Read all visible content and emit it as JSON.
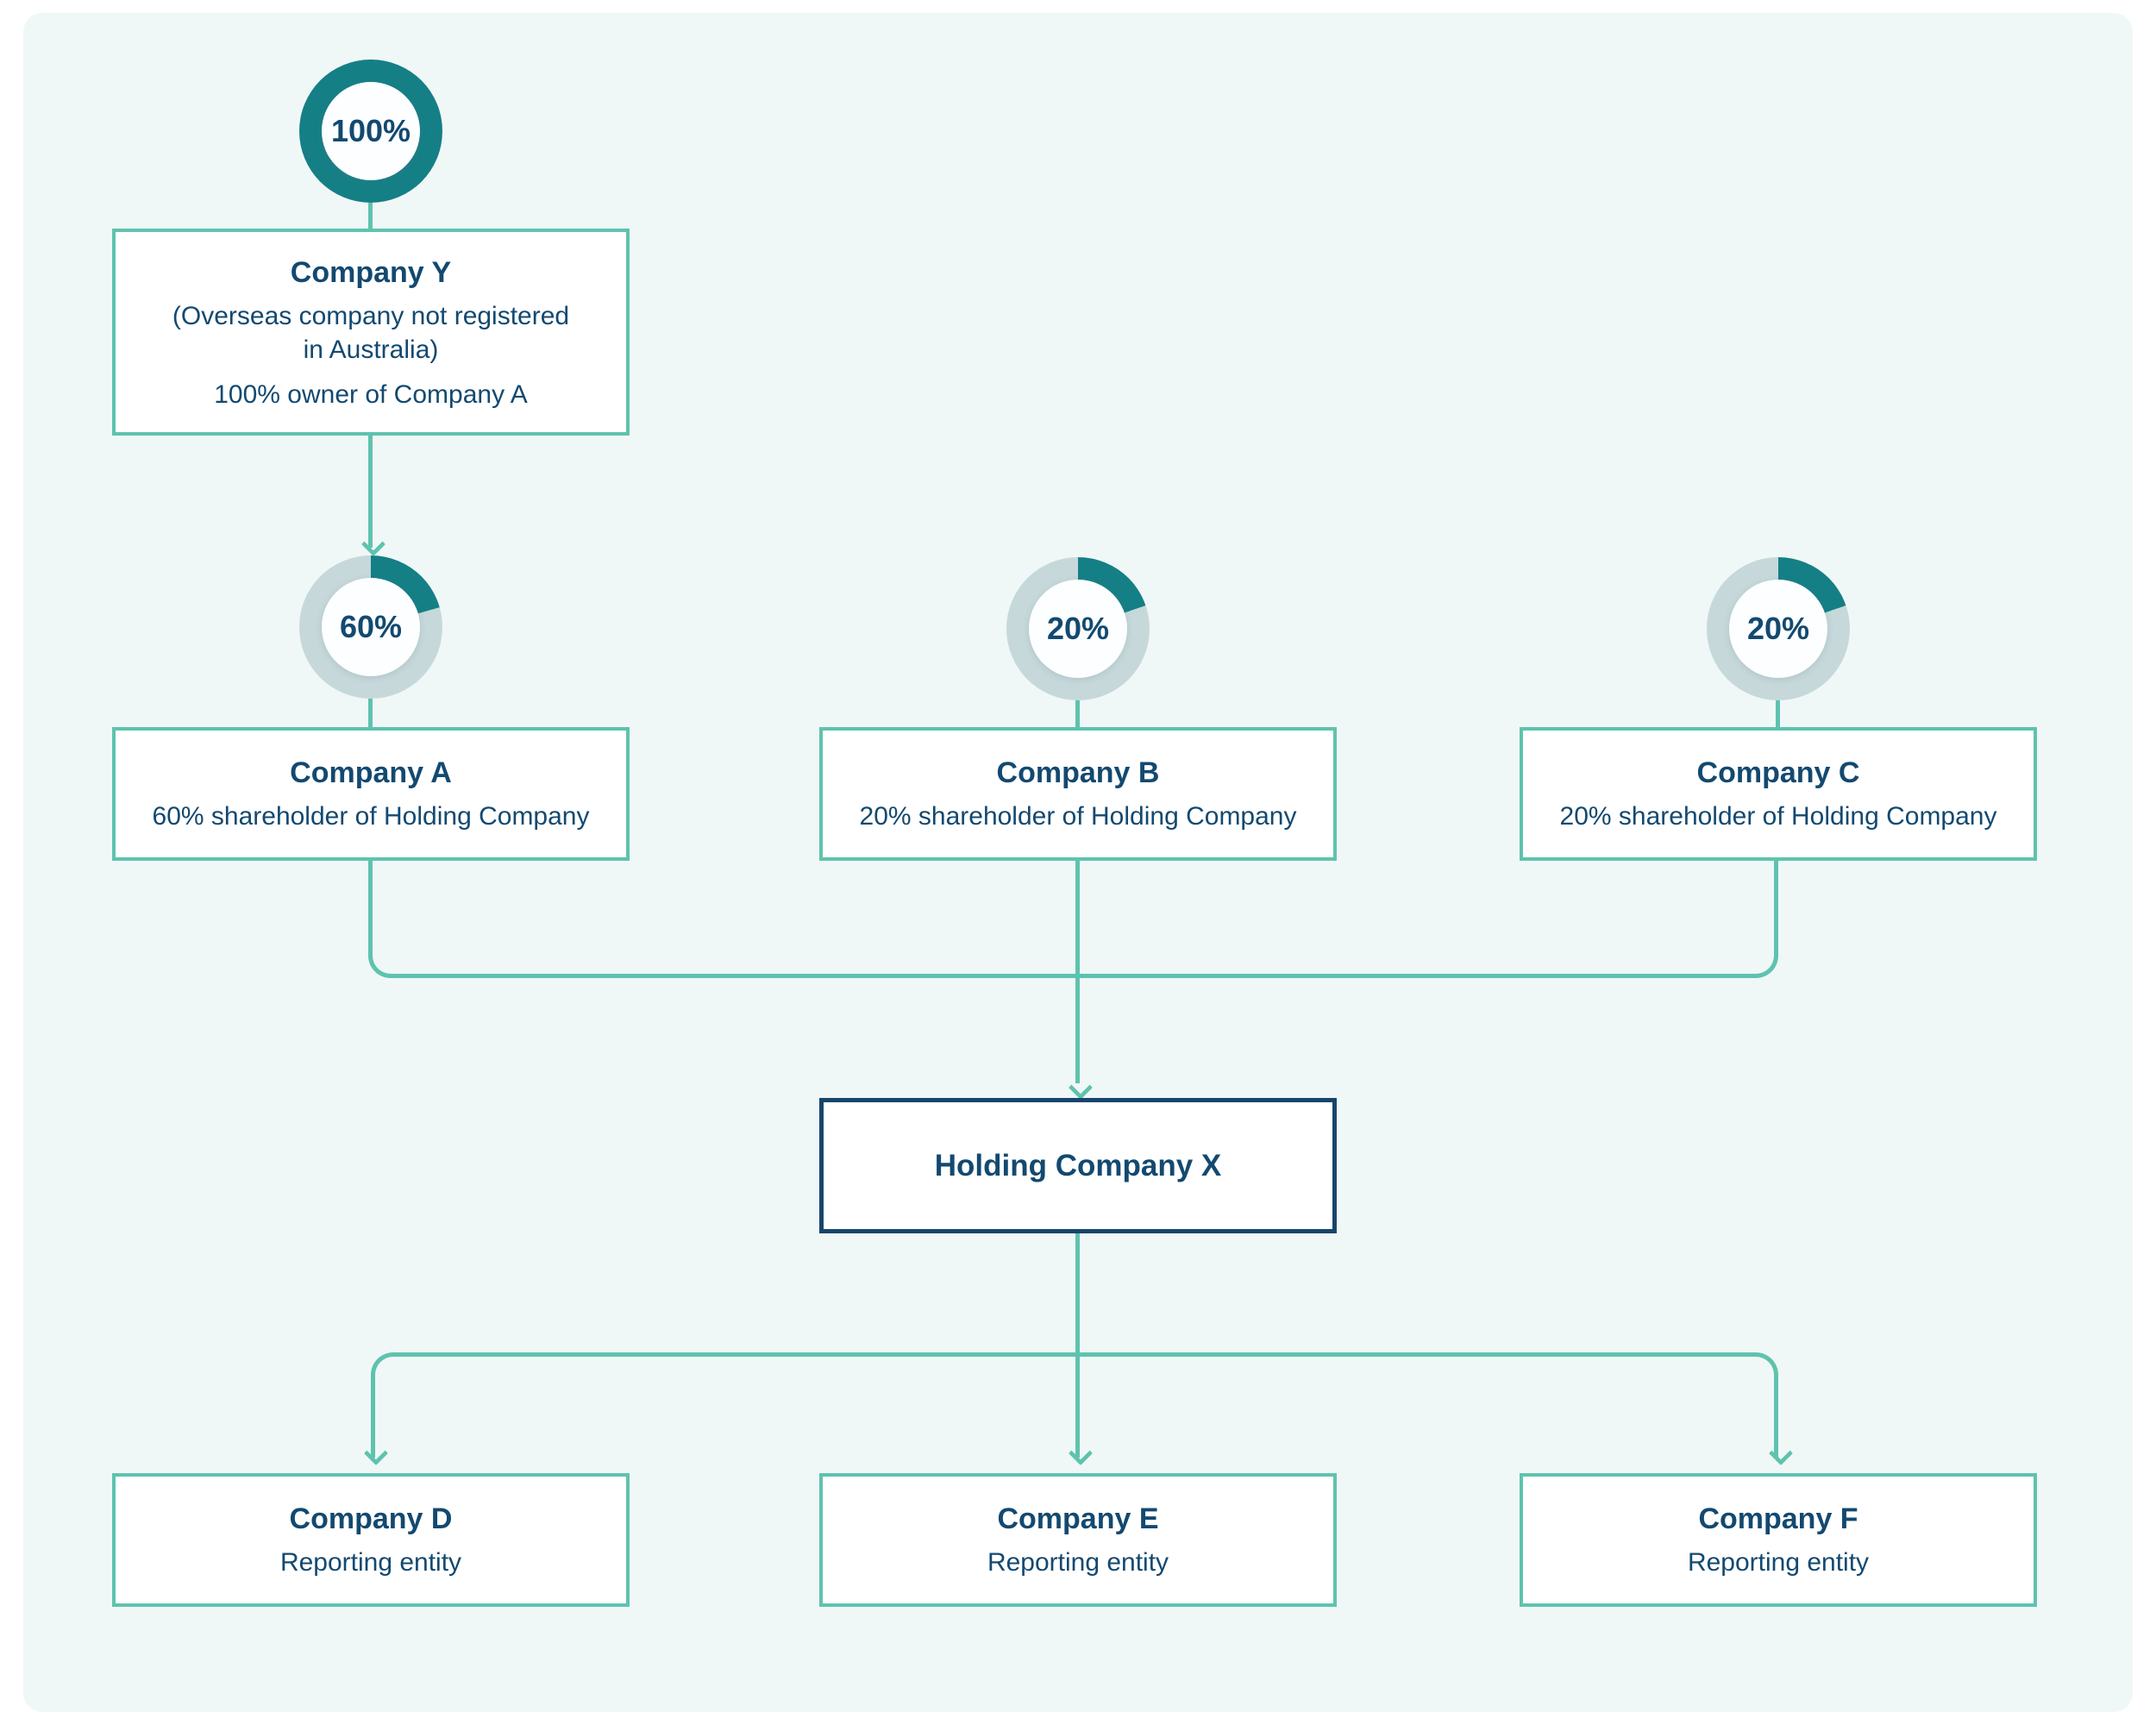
{
  "palette": {
    "page_bg": "#ffffff",
    "panel_bg": "#f0f7f7",
    "connector_mint": "#5ec3ae",
    "box_border_mint": "#5ec3ae",
    "holding_border_navy": "#17456a",
    "text_navy": "#134970",
    "ring_dark_teal": "#157f86",
    "ring_light": "#c6d8da",
    "donut_hole": "#fdfeff"
  },
  "donuts": [
    {
      "id": "y",
      "label": "100%",
      "drawn_arc_deg": 360
    },
    {
      "id": "a",
      "label": "60%",
      "drawn_arc_deg": 74
    },
    {
      "id": "b",
      "label": "20%",
      "drawn_arc_deg": 71
    },
    {
      "id": "c",
      "label": "20%",
      "drawn_arc_deg": 71
    }
  ],
  "boxes": {
    "y": {
      "title": "Company Y",
      "subtitle": "(Overseas company not registered in Australia)",
      "note": "100% owner of Company A"
    },
    "a": {
      "title": "Company A",
      "subtitle": "60% shareholder of Holding Company"
    },
    "b": {
      "title": "Company B",
      "subtitle": "20% shareholder of Holding Company"
    },
    "c": {
      "title": "Company C",
      "subtitle": "20% shareholder of Holding Company"
    },
    "x": {
      "title": "Holding Company X"
    },
    "d": {
      "title": "Company D",
      "subtitle": "Reporting entity"
    },
    "e": {
      "title": "Company E",
      "subtitle": "Reporting entity"
    },
    "f": {
      "title": "Company F",
      "subtitle": "Reporting entity"
    }
  }
}
